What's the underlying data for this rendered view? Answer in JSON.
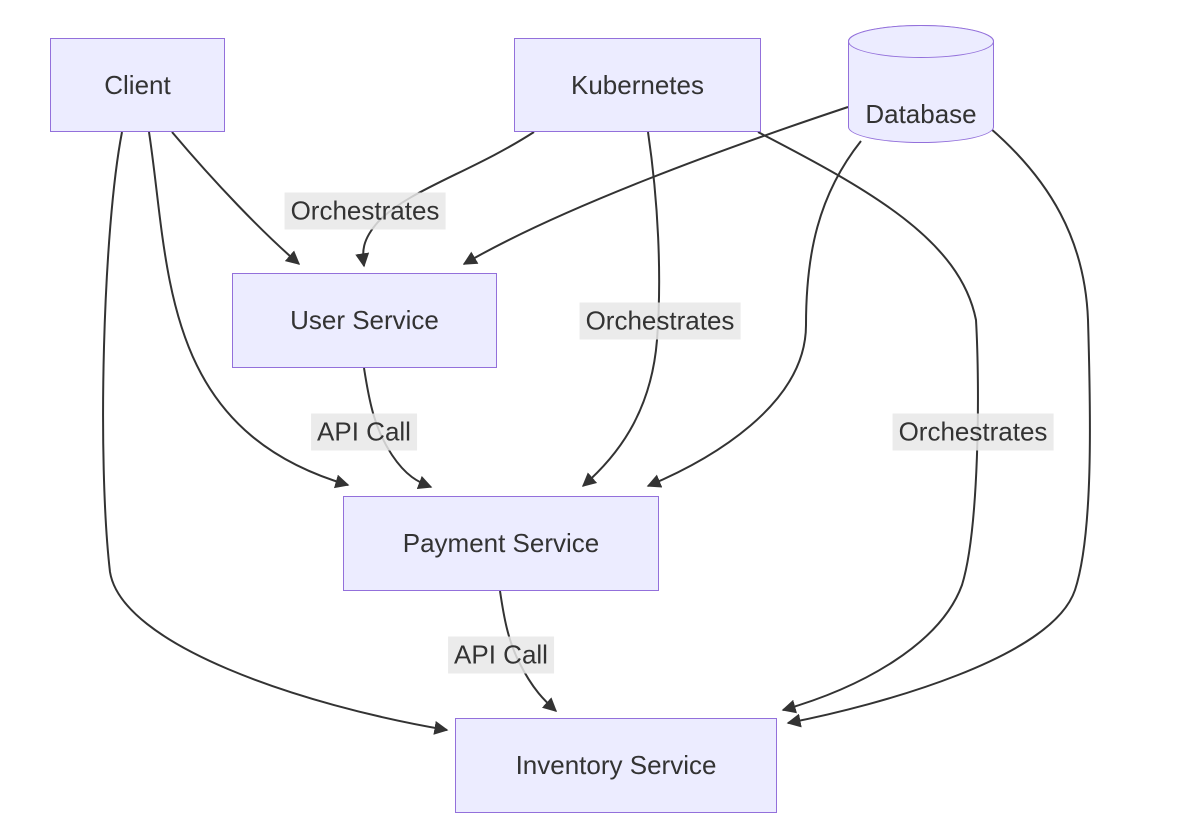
{
  "diagram": {
    "type": "flowchart",
    "colors": {
      "background": "#ffffff",
      "node_fill": "#ECECFF",
      "node_border": "#9370DB",
      "edge_line": "#333333",
      "edge_label_bg": "#e8e8e8",
      "text": "#333333"
    },
    "nodes": [
      {
        "id": "client",
        "label": "Client",
        "shape": "rectangle"
      },
      {
        "id": "kubernetes",
        "label": "Kubernetes",
        "shape": "rectangle"
      },
      {
        "id": "database",
        "label": "Database",
        "shape": "cylinder"
      },
      {
        "id": "user_service",
        "label": "User Service",
        "shape": "rectangle"
      },
      {
        "id": "payment_service",
        "label": "Payment Service",
        "shape": "rectangle"
      },
      {
        "id": "inventory_service",
        "label": "Inventory Service",
        "shape": "rectangle"
      }
    ],
    "edges": [
      {
        "from": "Client",
        "to": "User Service",
        "label": ""
      },
      {
        "from": "Client",
        "to": "Payment Service",
        "label": ""
      },
      {
        "from": "Client",
        "to": "Inventory Service",
        "label": ""
      },
      {
        "from": "Kubernetes",
        "to": "User Service",
        "label": "Orchestrates"
      },
      {
        "from": "Kubernetes",
        "to": "Payment Service",
        "label": "Orchestrates"
      },
      {
        "from": "Kubernetes",
        "to": "Inventory Service",
        "label": "Orchestrates"
      },
      {
        "from": "Database",
        "to": "User Service",
        "label": ""
      },
      {
        "from": "Database",
        "to": "Payment Service",
        "label": ""
      },
      {
        "from": "Database",
        "to": "Inventory Service",
        "label": ""
      },
      {
        "from": "User Service",
        "to": "Payment Service",
        "label": "API Call"
      },
      {
        "from": "Payment Service",
        "to": "Inventory Service",
        "label": "API Call"
      }
    ]
  }
}
